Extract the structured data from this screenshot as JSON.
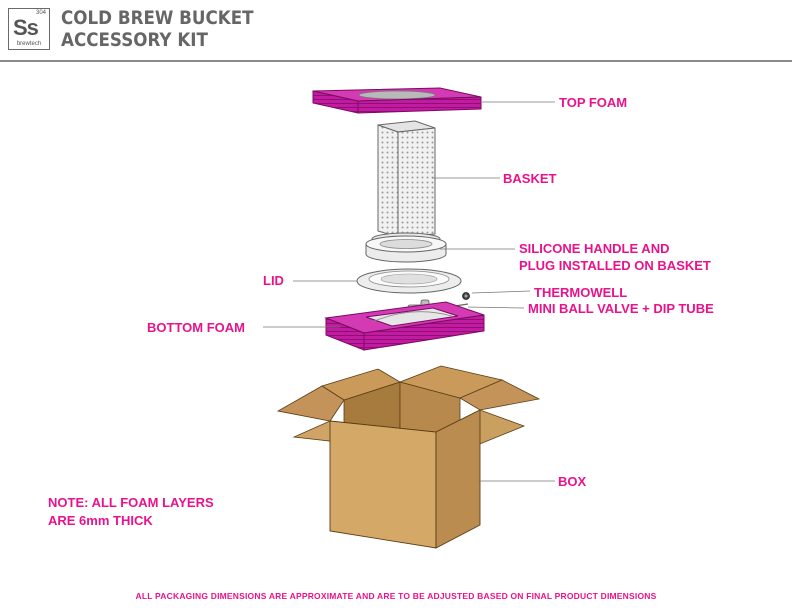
{
  "logo": {
    "number": "304",
    "symbol": "Ss",
    "name": "brewtech"
  },
  "header": {
    "title_line1": "COLD BREW BUCKET",
    "title_line2": "ACCESSORY KIT"
  },
  "labels": {
    "top_foam": "TOP FOAM",
    "basket": "BASKET",
    "silicone_line1": "SILICONE HANDLE AND",
    "silicone_line2": "PLUG INSTALLED ON BASKET",
    "lid": "LID",
    "thermowell": "THERMOWELL",
    "valve": "MINI BALL VALVE + DIP TUBE",
    "bottom_foam": "BOTTOM FOAM",
    "box": "BOX"
  },
  "note": {
    "line1": "NOTE: ALL FOAM LAYERS",
    "line2": "ARE 6mm THICK"
  },
  "footer": "ALL PACKAGING DIMENSIONS ARE APPROXIMATE AND ARE TO BE ADJUSTED BASED ON FINAL PRODUCT DIMENSIONS",
  "colors": {
    "accent": "#e8138c",
    "foam": "#c21aa0",
    "cardboard": "#c99a5a",
    "header_text": "#666666"
  }
}
